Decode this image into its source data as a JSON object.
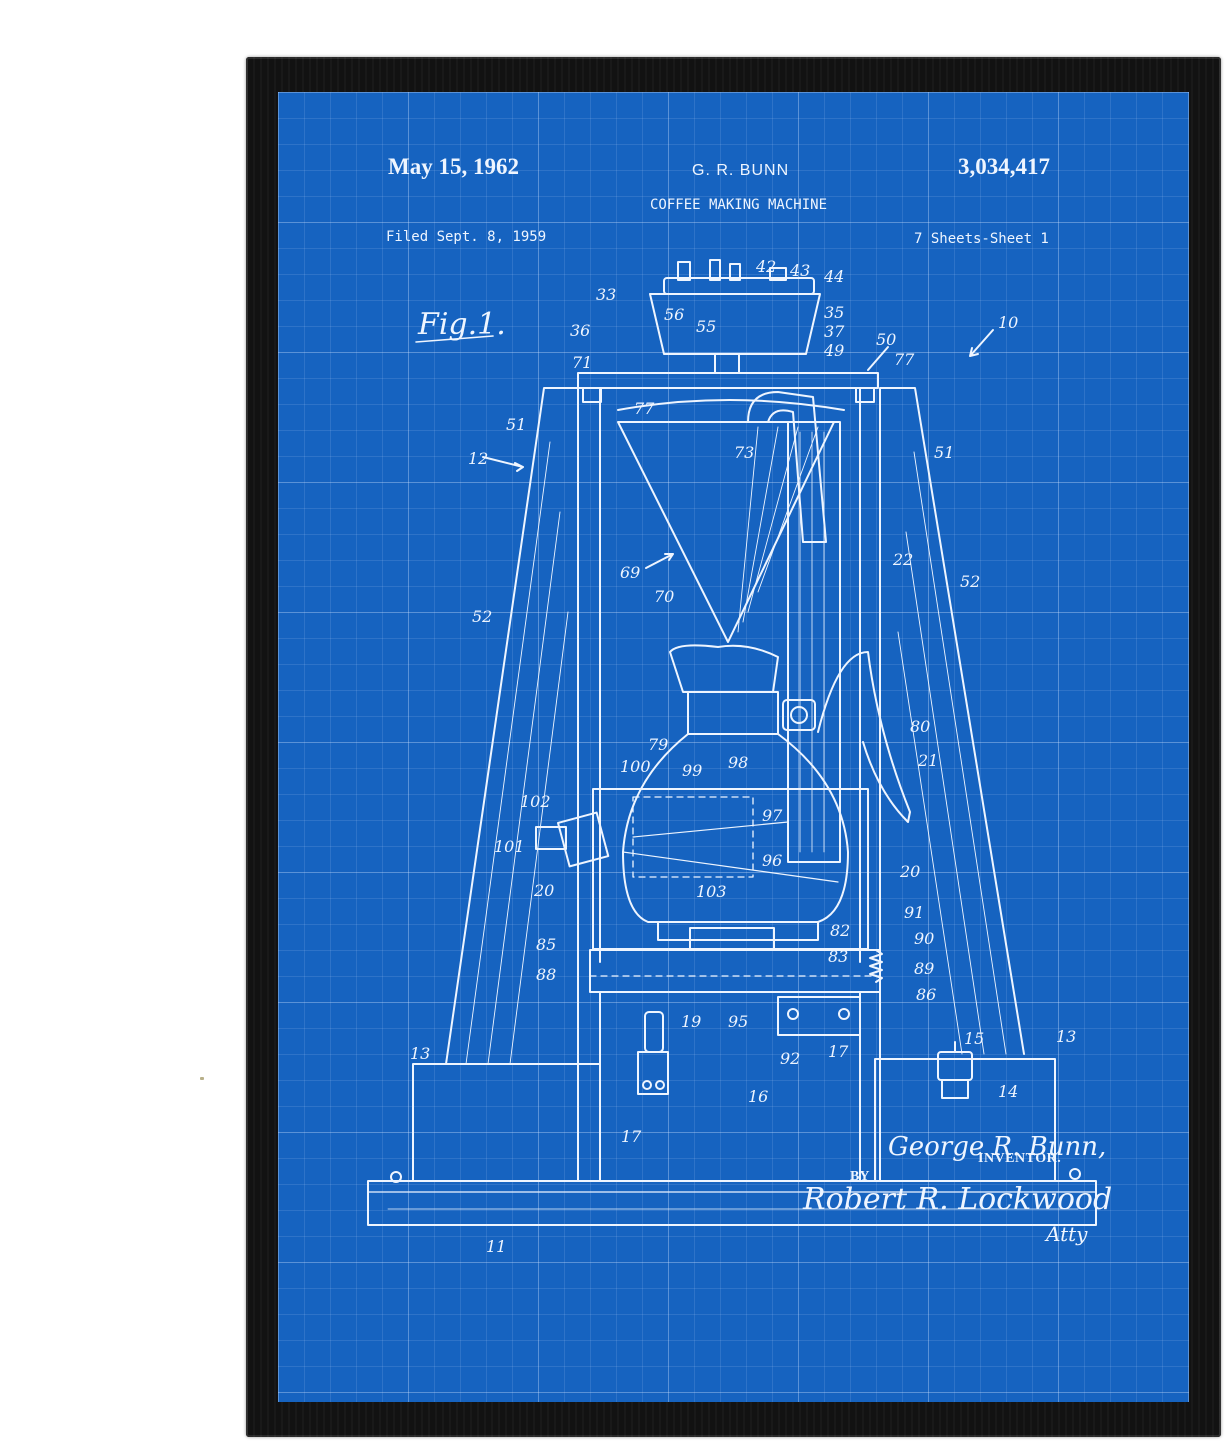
{
  "header": {
    "date": "May 15, 1962",
    "inventor": "G. R. BUNN",
    "patent_number": "3,034,417",
    "title": "COFFEE MAKING MACHINE",
    "filed": "Filed Sept. 8, 1959",
    "sheets": "7 Sheets-Sheet 1"
  },
  "figure_label": "Fig.1.",
  "reference_numbers": {
    "n10": "10",
    "n11": "11",
    "n12": "12",
    "n13a": "13",
    "n13b": "13",
    "n14": "14",
    "n15": "15",
    "n16": "16",
    "n17a": "17",
    "n17b": "17",
    "n19": "19",
    "n20a": "20",
    "n20b": "20",
    "n21": "21",
    "n22": "22",
    "n33": "33",
    "n35": "35",
    "n36": "36",
    "n37": "37",
    "n42": "42",
    "n43": "43",
    "n44": "44",
    "n49": "49",
    "n50": "50",
    "n51a": "51",
    "n51b": "51",
    "n52a": "52",
    "n52b": "52",
    "n55": "55",
    "n56": "56",
    "n69": "69",
    "n70": "70",
    "n71": "71",
    "n73": "73",
    "n77a": "77",
    "n77b": "77",
    "n79": "79",
    "n80": "80",
    "n82": "82",
    "n83": "83",
    "n85": "85",
    "n86": "86",
    "n88": "88",
    "n89": "89",
    "n90": "90",
    "n91": "91",
    "n92": "92",
    "n95": "95",
    "n96": "96",
    "n97": "97",
    "n98": "98",
    "n99": "99",
    "n100": "100",
    "n101": "101",
    "n102": "102",
    "n103": "103"
  },
  "footer": {
    "inventor_label": "INVENTOR.",
    "inventor_signature": "George R. Bunn,",
    "by": "BY",
    "attorney_signature": "Robert R. Lockwood",
    "attorney_abbrev": "Atty"
  },
  "colors": {
    "blueprint": "#1663c0",
    "line": "#eef5ff",
    "frame": "#121212",
    "background": "#ffffff"
  }
}
